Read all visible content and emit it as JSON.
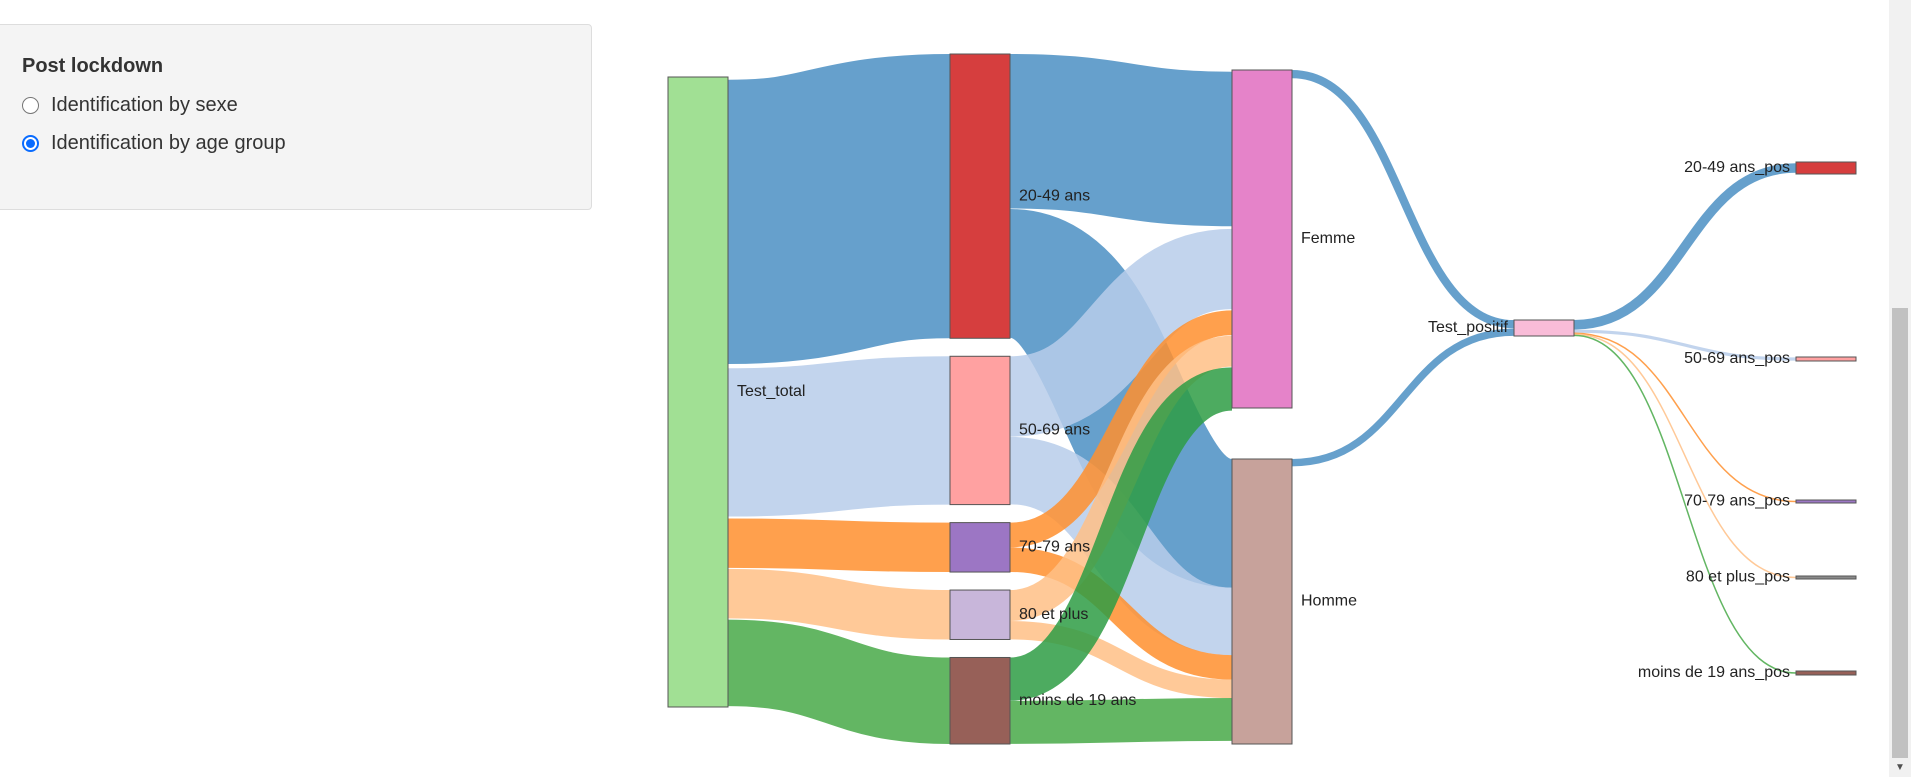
{
  "panel": {
    "title": "Post lockdown",
    "options": [
      {
        "label": "Identification by sexe",
        "checked": false
      },
      {
        "label": "Identification by age group",
        "checked": true
      }
    ]
  },
  "chart_data": {
    "type": "sankey",
    "nodes": [
      {
        "id": "Test_total",
        "label": "Test_total",
        "color": "#a1e094",
        "column": 0,
        "value": 100
      },
      {
        "id": "20-49 ans",
        "label": "20-49 ans",
        "color": "#d63e3e",
        "column": 1,
        "value": 46
      },
      {
        "id": "50-69 ans",
        "label": "50-69 ans",
        "color": "#ffa1a1",
        "column": 1,
        "value": 24
      },
      {
        "id": "70-79 ans",
        "label": "70-79 ans",
        "color": "#9c76c4",
        "column": 1,
        "value": 8
      },
      {
        "id": "80 et plus",
        "label": "80 et plus",
        "color": "#c8b6da",
        "column": 1,
        "value": 8
      },
      {
        "id": "moins de 19 ans",
        "label": "moins de 19 ans",
        "color": "#976058",
        "column": 1,
        "value": 14
      },
      {
        "id": "Femme",
        "label": "Femme",
        "color": "#e583c9",
        "column": 2,
        "value": 53.5
      },
      {
        "id": "Homme",
        "label": "Homme",
        "color": "#c7a29b",
        "column": 2,
        "value": 46.5
      },
      {
        "id": "Test_positif",
        "label": "Test_positif",
        "color": "#f9bcd8",
        "column": 3,
        "value": 2.5
      },
      {
        "id": "20-49 ans_pos",
        "label": "20-49 ans_pos",
        "color": "#d63e3e",
        "column": 4,
        "value": 1.5
      },
      {
        "id": "50-69 ans_pos",
        "label": "50-69 ans_pos",
        "color": "#ffa1a1",
        "column": 4,
        "value": 0.5
      },
      {
        "id": "70-79 ans_pos",
        "label": "70-79 ans_pos",
        "color": "#9c76c4",
        "column": 4,
        "value": 0.15
      },
      {
        "id": "80 et plus_pos",
        "label": "80 et plus_pos",
        "color": "#8a8a8a",
        "column": 4,
        "value": 0.15
      },
      {
        "id": "moins de 19 ans_pos",
        "label": "moins de 19 ans_pos",
        "color": "#976058",
        "column": 4,
        "value": 0.2
      }
    ],
    "links": [
      {
        "source": "Test_total",
        "target": "20-49 ans",
        "value": 46,
        "color": "#4b8fc3"
      },
      {
        "source": "Test_total",
        "target": "50-69 ans",
        "value": 24,
        "color": "#b7cdea"
      },
      {
        "source": "Test_total",
        "target": "70-79 ans",
        "value": 8,
        "color": "#ff8f2e"
      },
      {
        "source": "Test_total",
        "target": "80 et plus",
        "value": 8,
        "color": "#ffbf86"
      },
      {
        "source": "Test_total",
        "target": "moins de 19 ans",
        "value": 14,
        "color": "#48a948"
      },
      {
        "source": "20-49 ans",
        "target": "Femme",
        "value": 25,
        "color": "#4b8fc3"
      },
      {
        "source": "20-49 ans",
        "target": "Homme",
        "value": 21,
        "color": "#4b8fc3"
      },
      {
        "source": "50-69 ans",
        "target": "Femme",
        "value": 13,
        "color": "#b7cdea"
      },
      {
        "source": "50-69 ans",
        "target": "Homme",
        "value": 11,
        "color": "#b7cdea"
      },
      {
        "source": "70-79 ans",
        "target": "Femme",
        "value": 4,
        "color": "#ff8f2e"
      },
      {
        "source": "70-79 ans",
        "target": "Homme",
        "value": 4,
        "color": "#ff8f2e"
      },
      {
        "source": "80 et plus",
        "target": "Femme",
        "value": 5,
        "color": "#ffbf86"
      },
      {
        "source": "80 et plus",
        "target": "Homme",
        "value": 3,
        "color": "#ffbf86"
      },
      {
        "source": "moins de 19 ans",
        "target": "Femme",
        "value": 7,
        "color": "#2e9c44"
      },
      {
        "source": "moins de 19 ans",
        "target": "Homme",
        "value": 7,
        "color": "#48a948"
      },
      {
        "source": "Femme",
        "target": "Test_positif",
        "value": 1.3,
        "color": "#4b8fc3"
      },
      {
        "source": "Homme",
        "target": "Test_positif",
        "value": 1.2,
        "color": "#4b8fc3"
      },
      {
        "source": "Test_positif",
        "target": "20-49 ans_pos",
        "value": 1.5,
        "color": "#4b8fc3"
      },
      {
        "source": "Test_positif",
        "target": "50-69 ans_pos",
        "value": 0.5,
        "color": "#b7cdea"
      },
      {
        "source": "Test_positif",
        "target": "70-79 ans_pos",
        "value": 0.15,
        "color": "#ff8f2e"
      },
      {
        "source": "Test_positif",
        "target": "80 et plus_pos",
        "value": 0.15,
        "color": "#ffbf86"
      },
      {
        "source": "Test_positif",
        "target": "moins de 19 ans_pos",
        "value": 0.2,
        "color": "#48a948"
      }
    ]
  }
}
